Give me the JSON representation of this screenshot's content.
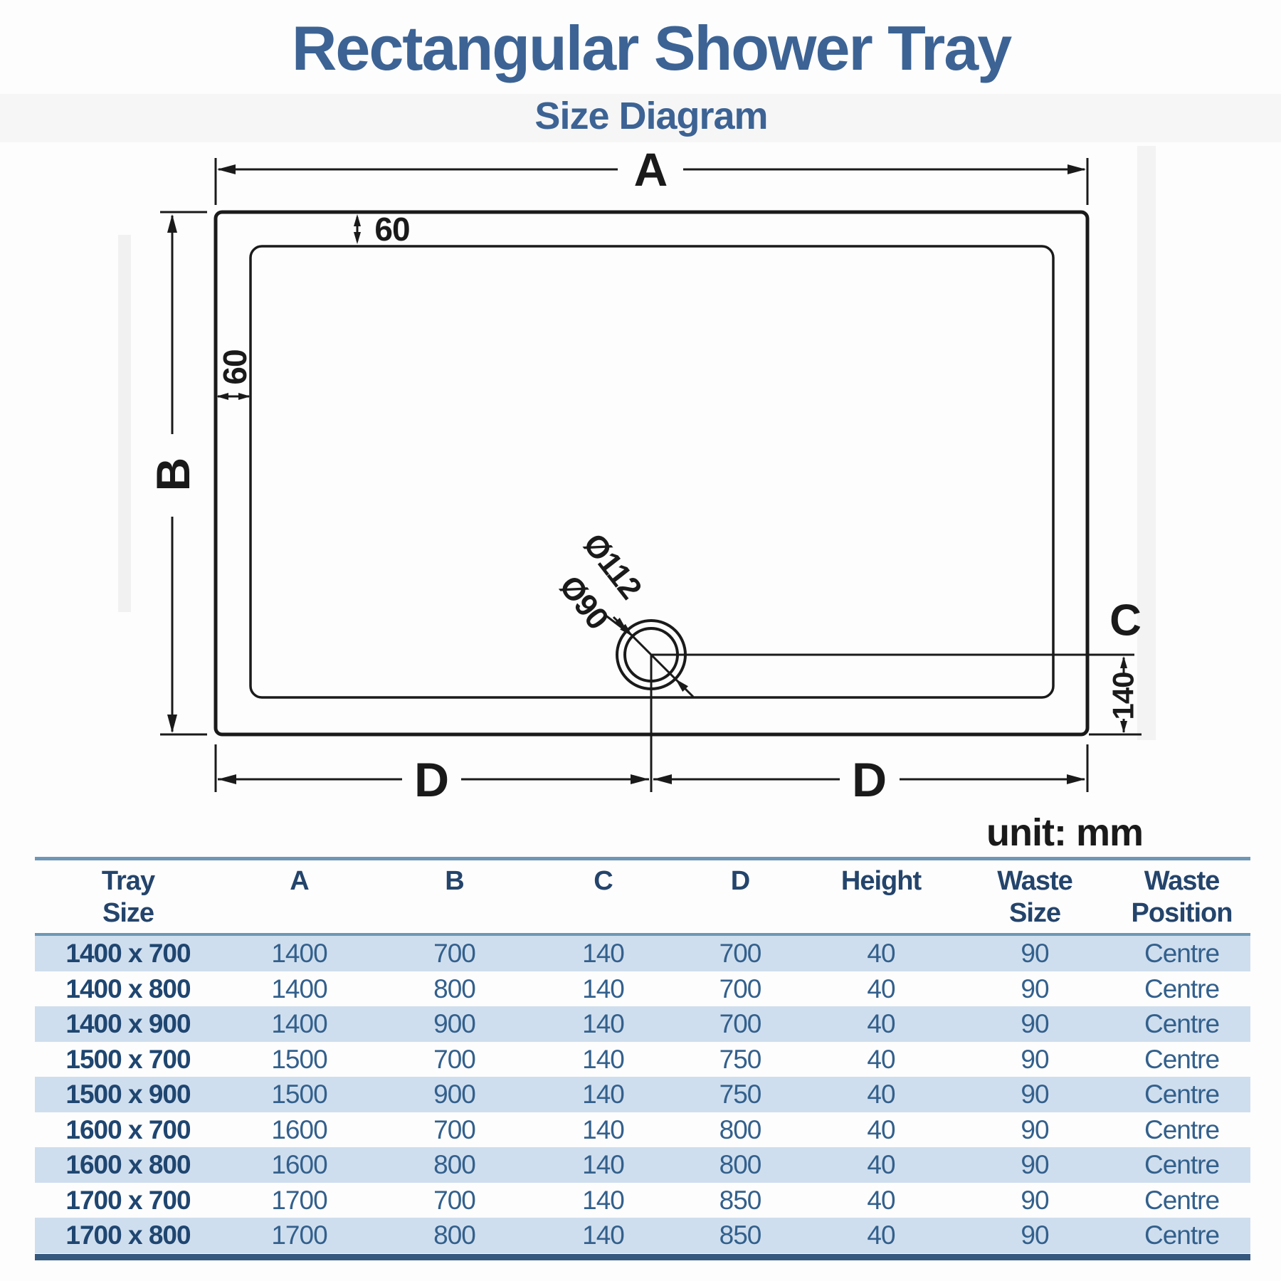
{
  "page": {
    "title": "Rectangular Shower Tray",
    "subtitle": "Size Diagram",
    "unit_label": "unit: mm"
  },
  "colors": {
    "title_blue": "#3c6394",
    "table_header_text": "#24446b",
    "table_body_text": "#33608c",
    "row_alt_background": "#cfdeee",
    "rule_steel_blue": "#6d97b5",
    "rule_navy": "#35587f",
    "drawing_line": "#1a1a1a"
  },
  "diagram": {
    "dim_a": "A",
    "dim_b": "B",
    "dim_c": "C",
    "dim_d_left": "D",
    "dim_d_right": "D",
    "edge_top": "60",
    "edge_left": "60",
    "drain_offset": "140",
    "waste_outer_dia": "Ø112",
    "waste_inner_dia": "Ø90"
  },
  "table": {
    "headers": [
      {
        "line1": "Tray",
        "line2": "Size"
      },
      {
        "line1": "A",
        "line2": ""
      },
      {
        "line1": "B",
        "line2": ""
      },
      {
        "line1": "C",
        "line2": ""
      },
      {
        "line1": "D",
        "line2": ""
      },
      {
        "line1": "Height",
        "line2": ""
      },
      {
        "line1": "Waste",
        "line2": "Size"
      },
      {
        "line1": "Waste",
        "line2": "Position"
      }
    ],
    "rows": [
      [
        "1400 x 700",
        "1400",
        "700",
        "140",
        "700",
        "40",
        "90",
        "Centre"
      ],
      [
        "1400 x 800",
        "1400",
        "800",
        "140",
        "700",
        "40",
        "90",
        "Centre"
      ],
      [
        "1400 x 900",
        "1400",
        "900",
        "140",
        "700",
        "40",
        "90",
        "Centre"
      ],
      [
        "1500 x 700",
        "1500",
        "700",
        "140",
        "750",
        "40",
        "90",
        "Centre"
      ],
      [
        "1500 x 900",
        "1500",
        "900",
        "140",
        "750",
        "40",
        "90",
        "Centre"
      ],
      [
        "1600 x 700",
        "1600",
        "700",
        "140",
        "800",
        "40",
        "90",
        "Centre"
      ],
      [
        "1600 x 800",
        "1600",
        "800",
        "140",
        "800",
        "40",
        "90",
        "Centre"
      ],
      [
        "1700 x 700",
        "1700",
        "700",
        "140",
        "850",
        "40",
        "90",
        "Centre"
      ],
      [
        "1700 x 800",
        "1700",
        "800",
        "140",
        "850",
        "40",
        "90",
        "Centre"
      ]
    ]
  }
}
